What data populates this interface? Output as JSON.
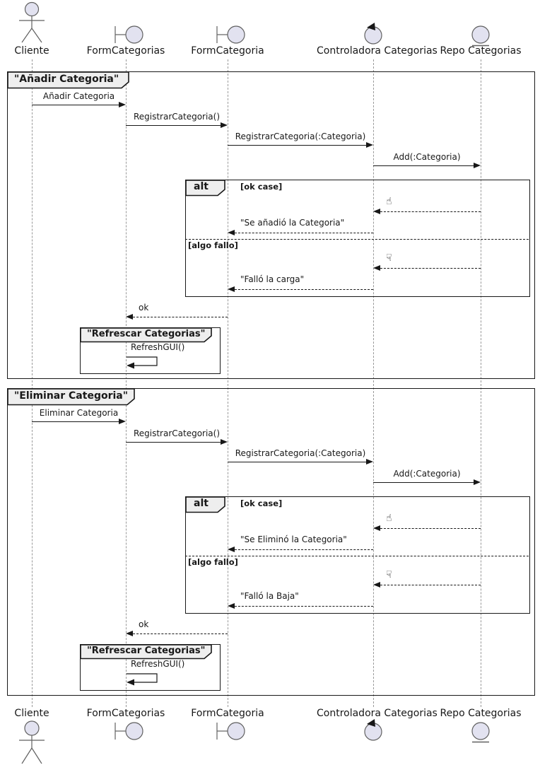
{
  "participants": [
    {
      "name": "Cliente",
      "type": "actor"
    },
    {
      "name": "FormCategorias",
      "type": "boundary"
    },
    {
      "name": "FormCategoria",
      "type": "boundary"
    },
    {
      "name": "Controladora Categorias",
      "type": "control"
    },
    {
      "name": "Repo Categorias",
      "type": "entity"
    }
  ],
  "colors": {
    "participant_fill": "#E2E2F0",
    "icon_stroke": "#606060",
    "frame_border": "#181818",
    "tab_fill": "#EEEEEE",
    "lifeline": "#999999",
    "message_line": "#181818",
    "background": "#FFFFFF"
  },
  "frame1": {
    "title": "\"Añadir Categoria\"",
    "m1": "Añadir Categoria",
    "m2": "RegistrarCategoria()",
    "m3": "RegistrarCategoria(:Categoria)",
    "m4": "Add(:Categoria)",
    "alt": {
      "label": "alt",
      "guard_ok": "[ok case]",
      "ok_icon": "☝",
      "ok_reply": "\"Se añadió la Categoria\"",
      "guard_fail": "[algo fallo]",
      "fail_icon": "☟",
      "fail_reply": "\"Falló la carga\""
    },
    "ok_reply": "ok",
    "inner": {
      "title": "\"Refrescar Categorias\"",
      "m": "RefreshGUI()"
    }
  },
  "frame2": {
    "title": "\"Eliminar Categoria\"",
    "m1": "Eliminar Categoria",
    "m2": "RegistrarCategoria()",
    "m3": "RegistrarCategoria(:Categoria)",
    "m4": "Add(:Categoria)",
    "alt": {
      "label": "alt",
      "guard_ok": "[ok case]",
      "ok_icon": "☝",
      "ok_reply": "\"Se Eliminó la Categoria\"",
      "guard_fail": "[algo fallo]",
      "fail_icon": "☟",
      "fail_reply": "\"Falló la Baja\""
    },
    "ok_reply": "ok",
    "inner": {
      "title": "\"Refrescar Categorias\"",
      "m": "RefreshGUI()"
    }
  }
}
